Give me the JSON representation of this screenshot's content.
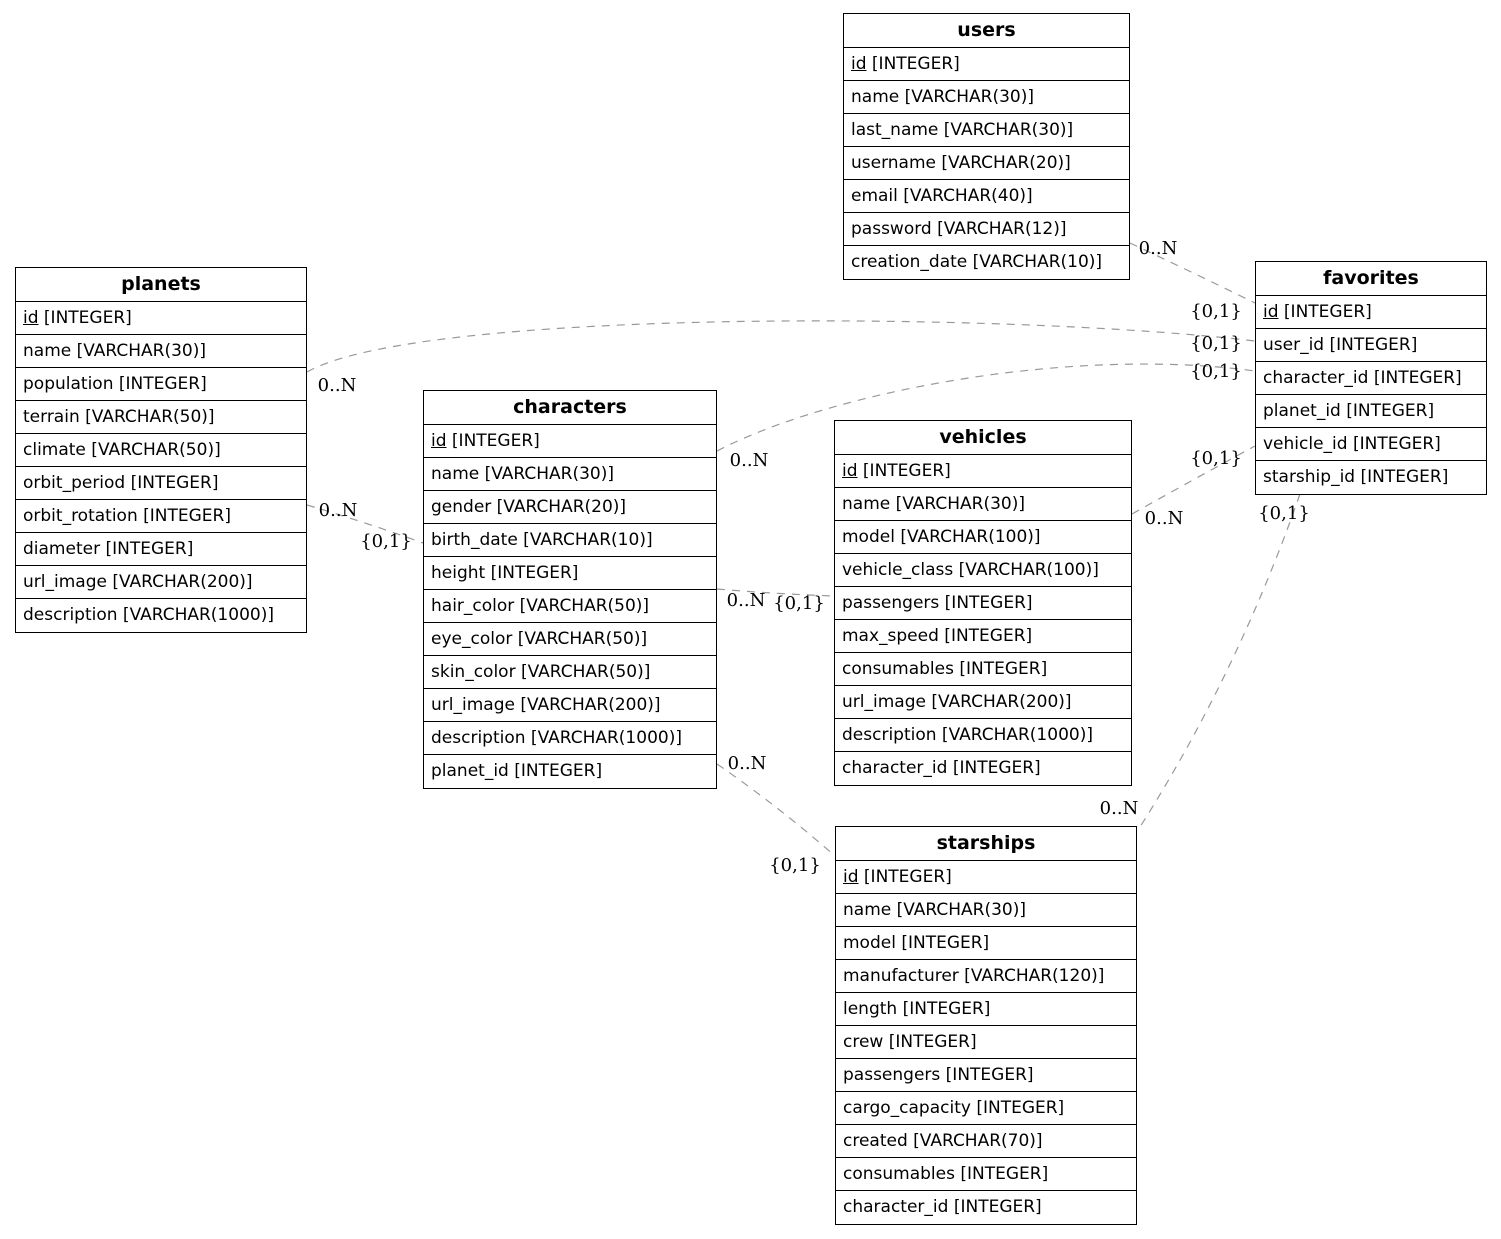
{
  "diagram": {
    "colors": {
      "edge": "#999999",
      "border": "#000000",
      "background": "#ffffff",
      "text": "#000000"
    },
    "tables": [
      {
        "id": "users",
        "title": "users",
        "columns": [
          {
            "name": "id",
            "type": "[INTEGER]",
            "pk": true
          },
          {
            "name": "name",
            "type": "[VARCHAR(30)]",
            "pk": false
          },
          {
            "name": "last_name",
            "type": "[VARCHAR(30)]",
            "pk": false
          },
          {
            "name": "username",
            "type": "[VARCHAR(20)]",
            "pk": false
          },
          {
            "name": "email",
            "type": "[VARCHAR(40)]",
            "pk": false
          },
          {
            "name": "password",
            "type": "[VARCHAR(12)]",
            "pk": false
          },
          {
            "name": "creation_date",
            "type": "[VARCHAR(10)]",
            "pk": false
          }
        ]
      },
      {
        "id": "planets",
        "title": "planets",
        "columns": [
          {
            "name": "id",
            "type": "[INTEGER]",
            "pk": true
          },
          {
            "name": "name",
            "type": "[VARCHAR(30)]",
            "pk": false
          },
          {
            "name": "population",
            "type": "[INTEGER]",
            "pk": false
          },
          {
            "name": "terrain",
            "type": "[VARCHAR(50)]",
            "pk": false
          },
          {
            "name": "climate",
            "type": "[VARCHAR(50)]",
            "pk": false
          },
          {
            "name": "orbit_period",
            "type": "[INTEGER]",
            "pk": false
          },
          {
            "name": "orbit_rotation",
            "type": "[INTEGER]",
            "pk": false
          },
          {
            "name": "diameter",
            "type": "[INTEGER]",
            "pk": false
          },
          {
            "name": "url_image",
            "type": "[VARCHAR(200)]",
            "pk": false
          },
          {
            "name": "description",
            "type": "[VARCHAR(1000)]",
            "pk": false
          }
        ]
      },
      {
        "id": "characters",
        "title": "characters",
        "columns": [
          {
            "name": "id",
            "type": "[INTEGER]",
            "pk": true
          },
          {
            "name": "name",
            "type": "[VARCHAR(30)]",
            "pk": false
          },
          {
            "name": "gender",
            "type": "[VARCHAR(20)]",
            "pk": false
          },
          {
            "name": "birth_date",
            "type": "[VARCHAR(10)]",
            "pk": false
          },
          {
            "name": "height",
            "type": "[INTEGER]",
            "pk": false
          },
          {
            "name": "hair_color",
            "type": "[VARCHAR(50)]",
            "pk": false
          },
          {
            "name": "eye_color",
            "type": "[VARCHAR(50)]",
            "pk": false
          },
          {
            "name": "skin_color",
            "type": "[VARCHAR(50)]",
            "pk": false
          },
          {
            "name": "url_image",
            "type": "[VARCHAR(200)]",
            "pk": false
          },
          {
            "name": "description",
            "type": "[VARCHAR(1000)]",
            "pk": false
          },
          {
            "name": "planet_id",
            "type": "[INTEGER]",
            "pk": false
          }
        ]
      },
      {
        "id": "vehicles",
        "title": "vehicles",
        "columns": [
          {
            "name": "id",
            "type": "[INTEGER]",
            "pk": true
          },
          {
            "name": "name",
            "type": "[VARCHAR(30)]",
            "pk": false
          },
          {
            "name": "model",
            "type": "[VARCHAR(100)]",
            "pk": false
          },
          {
            "name": "vehicle_class",
            "type": "[VARCHAR(100)]",
            "pk": false
          },
          {
            "name": "passengers",
            "type": "[INTEGER]",
            "pk": false
          },
          {
            "name": "max_speed",
            "type": "[INTEGER]",
            "pk": false
          },
          {
            "name": "consumables",
            "type": "[INTEGER]",
            "pk": false
          },
          {
            "name": "url_image",
            "type": "[VARCHAR(200)]",
            "pk": false
          },
          {
            "name": "description",
            "type": "[VARCHAR(1000)]",
            "pk": false
          },
          {
            "name": "character_id",
            "type": "[INTEGER]",
            "pk": false
          }
        ]
      },
      {
        "id": "favorites",
        "title": "favorites",
        "columns": [
          {
            "name": "id",
            "type": "[INTEGER]",
            "pk": true
          },
          {
            "name": "user_id",
            "type": "[INTEGER]",
            "pk": false
          },
          {
            "name": "character_id",
            "type": "[INTEGER]",
            "pk": false
          },
          {
            "name": "planet_id",
            "type": "[INTEGER]",
            "pk": false
          },
          {
            "name": "vehicle_id",
            "type": "[INTEGER]",
            "pk": false
          },
          {
            "name": "starship_id",
            "type": "[INTEGER]",
            "pk": false
          }
        ]
      },
      {
        "id": "starships",
        "title": "starships",
        "columns": [
          {
            "name": "id",
            "type": "[INTEGER]",
            "pk": true
          },
          {
            "name": "name",
            "type": "[VARCHAR(30)]",
            "pk": false
          },
          {
            "name": "model",
            "type": "[INTEGER]",
            "pk": false
          },
          {
            "name": "manufacturer",
            "type": "[VARCHAR(120)]",
            "pk": false
          },
          {
            "name": "length",
            "type": "[INTEGER]",
            "pk": false
          },
          {
            "name": "crew",
            "type": "[INTEGER]",
            "pk": false
          },
          {
            "name": "passengers",
            "type": "[INTEGER]",
            "pk": false
          },
          {
            "name": "cargo_capacity",
            "type": "[INTEGER]",
            "pk": false
          },
          {
            "name": "created",
            "type": "[VARCHAR(70)]",
            "pk": false
          },
          {
            "name": "consumables",
            "type": "[INTEGER]",
            "pk": false
          },
          {
            "name": "character_id",
            "type": "[INTEGER]",
            "pk": false
          }
        ]
      }
    ],
    "edges": [
      {
        "from": "users",
        "to": "favorites",
        "from_label": "0..N",
        "to_label": "{0,1}"
      },
      {
        "from": "planets",
        "to": "favorites",
        "from_label": "0..N",
        "to_label": "{0,1}"
      },
      {
        "from": "planets",
        "to": "characters",
        "from_label": "0..N",
        "to_label": "{0,1}"
      },
      {
        "from": "characters",
        "to": "vehicles",
        "from_label": "0..N",
        "to_label": "{0,1}"
      },
      {
        "from": "characters",
        "to": "favorites",
        "from_label": "0..N",
        "to_label": "{0,1}"
      },
      {
        "from": "vehicles",
        "to": "favorites",
        "from_label": "0..N",
        "to_label": "{0,1}"
      },
      {
        "from": "favorites",
        "to": "starships",
        "from_label": "{0,1}",
        "to_label": "0..N"
      },
      {
        "from": "characters",
        "to": "starships",
        "from_label": "0..N",
        "to_label": "{0,1}"
      }
    ]
  }
}
